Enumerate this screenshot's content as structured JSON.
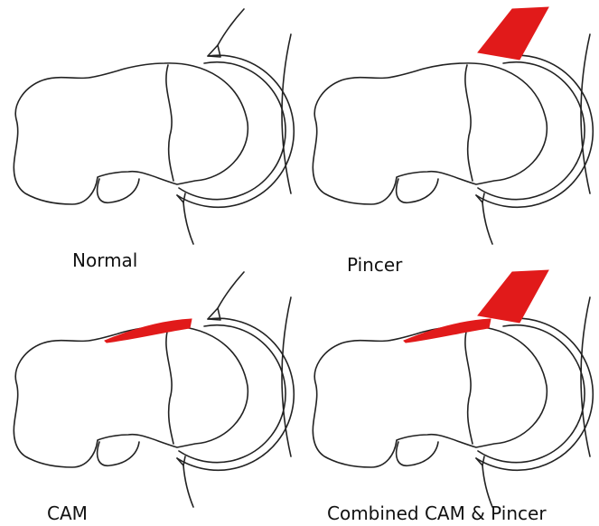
{
  "panels": [
    {
      "id": "normal",
      "caption": "Normal",
      "cam_lesion": false,
      "pincer_lesion": false
    },
    {
      "id": "pincer",
      "caption": "Pincer",
      "cam_lesion": false,
      "pincer_lesion": true
    },
    {
      "id": "cam",
      "caption": "CAM",
      "cam_lesion": true,
      "pincer_lesion": false
    },
    {
      "id": "combined",
      "caption": "Combined CAM & Pincer",
      "cam_lesion": true,
      "pincer_lesion": true
    }
  ],
  "colors": {
    "line": "#222222",
    "lesion": "#e11a1a",
    "background": "#ffffff"
  }
}
